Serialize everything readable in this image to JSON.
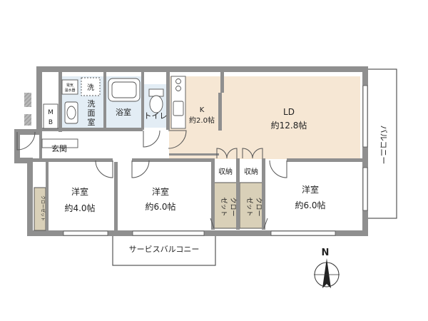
{
  "rooms": {
    "ld": {
      "name": "LD",
      "size": "約12.8帖"
    },
    "kitchen": {
      "name": "K",
      "size": "約2.0帖"
    },
    "bath": {
      "name": "浴室"
    },
    "toilet": {
      "name": "トイレ"
    },
    "washroom": {
      "chars": [
        "洗",
        "面",
        "室"
      ]
    },
    "entrance": {
      "name": "玄関"
    },
    "mb": {
      "chars": [
        "M",
        "B"
      ]
    },
    "west_room": {
      "name": "洋室",
      "size": "約4.0帖"
    },
    "center_room": {
      "name": "洋室",
      "size": "約6.0帖"
    },
    "east_room": {
      "name": "洋室",
      "size": "約6.0帖"
    }
  },
  "storage": {
    "storage_left": "収納",
    "storage_right": "収納",
    "closet_west": "クローゼット",
    "closet_center": [
      "クロー",
      "ゼット"
    ],
    "closet_east": [
      "クロー",
      "ゼット"
    ]
  },
  "fixtures": {
    "wash_icon": "洗",
    "water_heater": [
      "電気",
      "温水器"
    ]
  },
  "balconies": {
    "balcony": "バルコニー",
    "service_balcony": "サービスバルコニー"
  },
  "compass": {
    "label": "N"
  },
  "colors": {
    "ld_floor": "#f6e7d4",
    "wet_area": "#e3edf5",
    "closet": "#d9d0b8",
    "wall": "#8f8f8f"
  }
}
